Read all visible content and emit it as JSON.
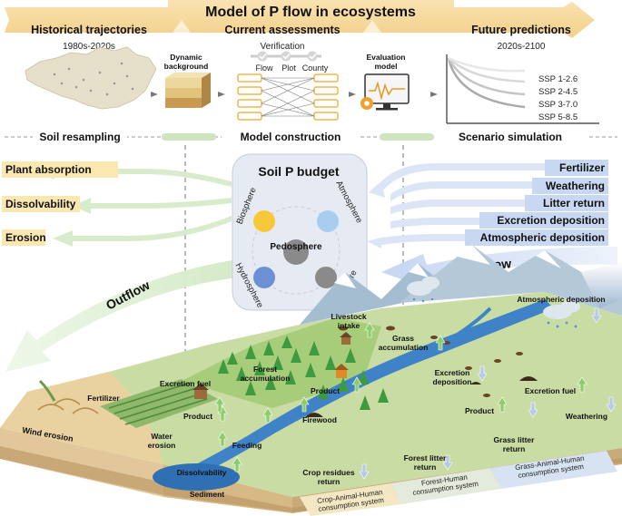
{
  "title": "Model of P flow in ecosystems",
  "stages": [
    {
      "label": "Historical trajectories",
      "sub": "1980s-2020s"
    },
    {
      "label": "Current assessments",
      "sub": "Verification"
    },
    {
      "label": "Future predictions",
      "sub": "2020s-2100"
    }
  ],
  "verification_items": [
    "Flow",
    "Plot",
    "County"
  ],
  "dynamic_background": [
    "Dynamic",
    "background"
  ],
  "evaluation_model": [
    "Evaluation",
    "model"
  ],
  "ssp_labels": [
    "SSP 1-2.6",
    "SSP 2-4.5",
    "SSP 3-7.0",
    "SSP 5-8.5"
  ],
  "methods": [
    "Soil resampling",
    "Model construction",
    "Scenario simulation"
  ],
  "outflows": [
    "Plant absorption",
    "Dissolvability",
    "Erosion"
  ],
  "outflow_arrow": "Outflow",
  "inflows": [
    "Fertilizer",
    "Weathering",
    "Litter return",
    "Excretion deposition",
    "Atmospheric deposition"
  ],
  "inflow_arrow": "Inflow",
  "budget": {
    "title": "Soil P budget",
    "spheres": [
      "Biosphere",
      "Atmosphere",
      "Hydrosphere",
      "Lithosphere"
    ],
    "center": "Pedosphere",
    "colors": {
      "biosphere": "#f6c83a",
      "atmosphere": "#a8cdf0",
      "hydrosphere": "#6d8fd6",
      "lithosphere": "#8a8a8a",
      "pedosphere": "#8a8a8a"
    }
  },
  "landscape_labels": {
    "atmospheric_deposition": "Atmospheric deposition",
    "livestock_intake": [
      "Livestock",
      "intake"
    ],
    "grass_accumulation": [
      "Grass",
      "accumulation"
    ],
    "forest_accumulation": [
      "Forest",
      "accumulation"
    ],
    "excretion_fuel_left": "Excretion fuel",
    "excretion_deposition": [
      "Excretion",
      "deposition"
    ],
    "excretion_fuel_right": "Excretion fuel",
    "fertilizer": "Fertilizer",
    "product_left": "Product",
    "product_mid": "Product",
    "product_right": "Product",
    "firewood": "Firewood",
    "weathering": "Weathering",
    "wind_erosion": "Wind erosion",
    "water_erosion": [
      "Water",
      "erosion"
    ],
    "feeding": "Feeding",
    "dissolvability": "Dissolvability",
    "sediment": "Sediment",
    "crop_residues_return": [
      "Crop residues",
      "return"
    ],
    "forest_litter_return": [
      "Forest litter",
      "return"
    ],
    "grass_litter_return": [
      "Grass litter",
      "return"
    ]
  },
  "systems": [
    [
      "Crop-Animal-Human",
      "consumption system"
    ],
    [
      "Forest-Human",
      "consumption system"
    ],
    [
      "Grass-Animal-Human",
      "consumption system"
    ]
  ],
  "colors": {
    "banner": "#f7dca0",
    "outflow_box": "#fbe8b0",
    "inflow_box": "#c9d8f2",
    "outflow_arrow": "#d8eccc",
    "inflow_arrow": "#c9d8f2",
    "river": "#3f82c8",
    "land": "#c8dca4"
  }
}
